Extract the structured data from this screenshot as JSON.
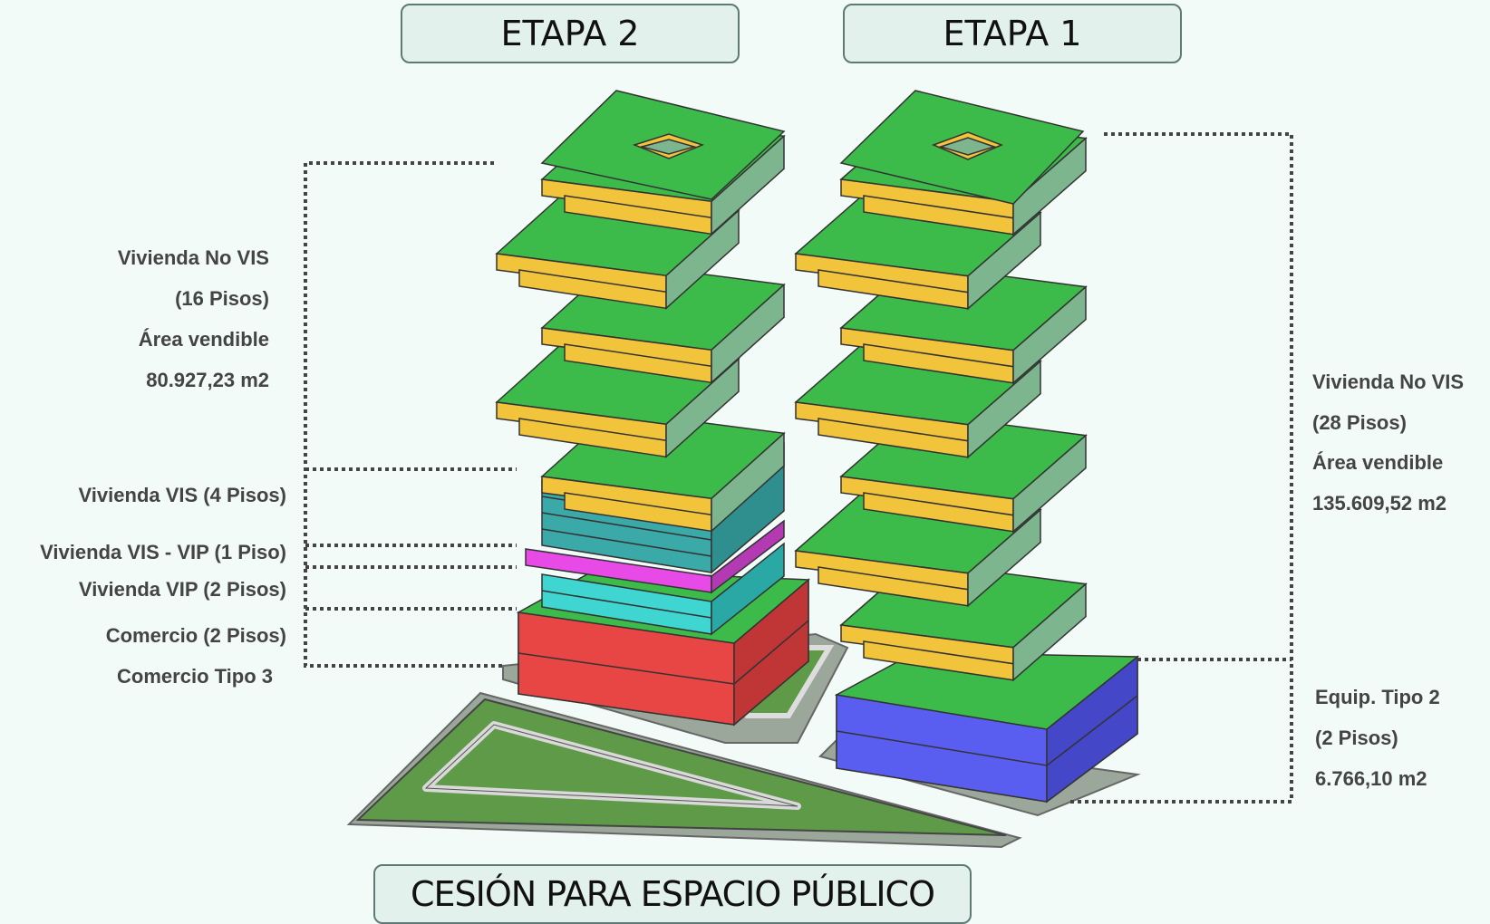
{
  "stages": {
    "etapa2": "ETAPA 2",
    "etapa1": "ETAPA 1",
    "cesion": "CESIÓN PARA ESPACIO PÚBLICO"
  },
  "etapa2_labels": {
    "novis_line1": "Vivienda No VIS",
    "novis_line2": "(16 Pisos)",
    "novis_line3": "Área vendible",
    "novis_line4": "80.927,23  m2",
    "vis": "Vivienda VIS  (4 Pisos)",
    "vis_vip": "Vivienda VIS - VIP (1 Piso)",
    "vip": "Vivienda VIP (2 Pisos)",
    "comercio": "Comercio (2 Pisos)",
    "comercio_tipo": "Comercio Tipo 3"
  },
  "etapa1_labels": {
    "novis_line1": "Vivienda No VIS",
    "novis_line2": "(28 Pisos)",
    "novis_line3": "Área vendible",
    "novis_line4": "135.609,52 m2",
    "equip_line1": "Equip. Tipo 2",
    "equip_line2": "(2 Pisos)",
    "equip_line3": "6.766,10 m2"
  },
  "colors": {
    "roof_green": "#3dbb4a",
    "apartment_yellow": "#f2c43c",
    "side_green": "#7cb58e",
    "vis_teal": "#3aa9a8",
    "vis_vip_magenta": "#e84ae8",
    "vip_cyan": "#3fd6d2",
    "comercio_red": "#e84545",
    "equip_blue": "#5a5ef0",
    "park_green": "#5f9a48",
    "background": "#f2fbf8"
  }
}
